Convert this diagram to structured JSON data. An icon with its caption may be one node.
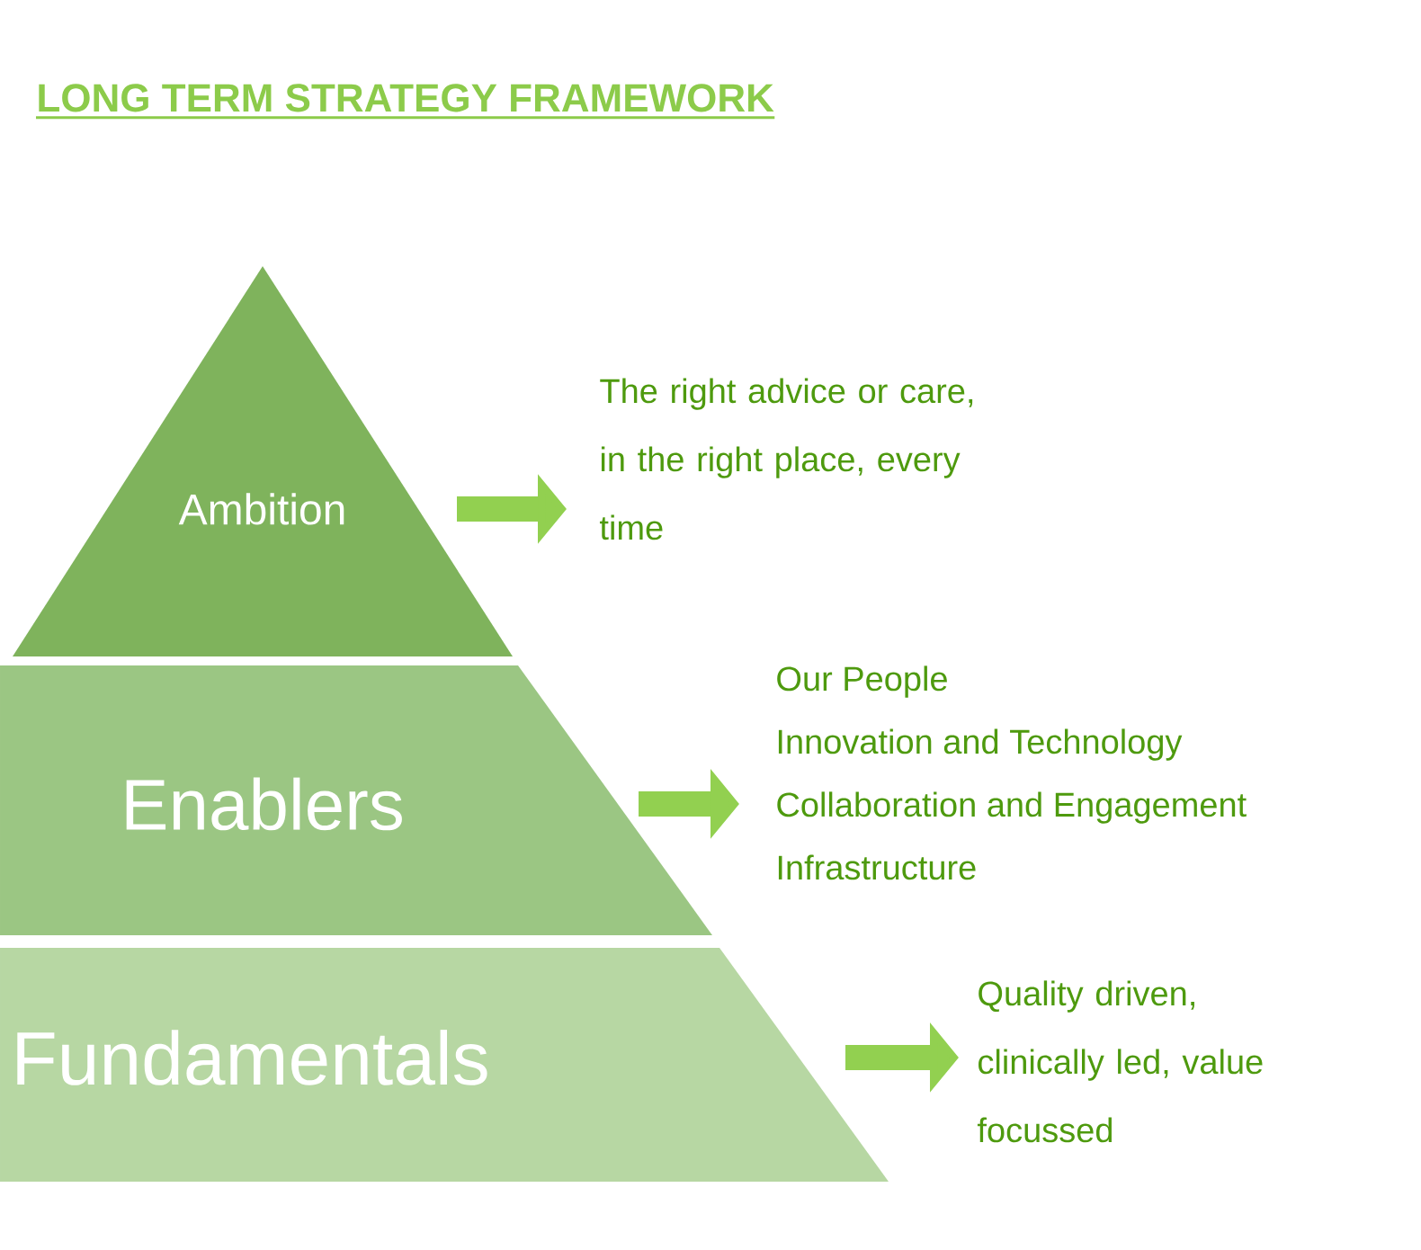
{
  "diagram": {
    "title": "LONG TERM STRATEGY FRAMEWORK",
    "nodes": [
      {
        "text": [
          "Ambition"
        ]
      },
      {
        "text": [
          "Enablers"
        ]
      },
      {
        "text": [
          "Fundamentals"
        ]
      },
      {
        "text": [
          "The right advice or care, in the right place, every time"
        ]
      },
      {
        "text": [
          "Our People",
          "Innovation and Technology",
          "Collaboration and Engagement",
          "Infrastructure"
        ]
      },
      {
        "text": [
          "Quality driven, clinically led, value focussed"
        ]
      }
    ],
    "edges": [
      {
        "from": 0,
        "to": 3,
        "arrow": "to"
      },
      {
        "from": 1,
        "to": 4,
        "arrow": "to"
      },
      {
        "from": 2,
        "to": 5,
        "arrow": "to"
      }
    ]
  }
}
